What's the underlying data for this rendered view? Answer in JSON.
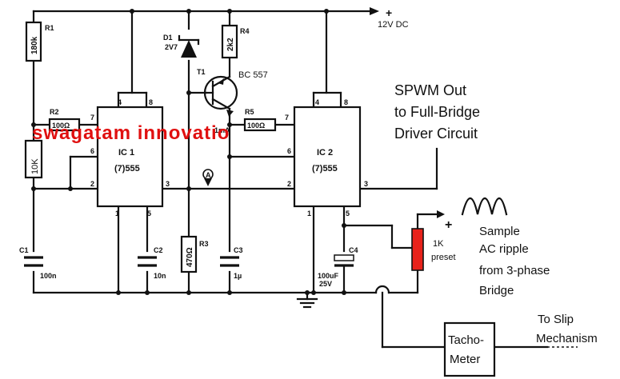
{
  "supply": {
    "plus": "+",
    "voltage": "12V DC"
  },
  "components": {
    "r1": {
      "label": "R1",
      "value": "180k"
    },
    "r2": {
      "label": "R2",
      "value": "100Ω"
    },
    "r10k": {
      "value": "10K"
    },
    "r3": {
      "label": "R3",
      "value": "470Ω"
    },
    "r4": {
      "label": "R4",
      "value": "2k2"
    },
    "r5": {
      "label": "R5",
      "value": "100Ω"
    },
    "d1": {
      "label": "D1",
      "value": "2V7"
    },
    "t1": {
      "label": "T1",
      "model": "BC 557",
      "current": "1mA"
    },
    "c1": {
      "label": "C1",
      "value": "100n"
    },
    "c2": {
      "label": "C2",
      "value": "10n"
    },
    "c3": {
      "label": "C3",
      "value": "1µ"
    },
    "c4": {
      "label": "C4",
      "value": "100uF",
      "voltage": "25V"
    }
  },
  "ic1": {
    "name": "IC 1",
    "type": "(7)555",
    "pins": {
      "p1": "1",
      "p2": "2",
      "p3": "3",
      "p4": "4",
      "p5": "5",
      "p6": "6",
      "p7": "7",
      "p8": "8"
    }
  },
  "ic2": {
    "name": "IC 2",
    "type": "(7)555",
    "pins": {
      "p1": "1",
      "p2": "2",
      "p3": "3",
      "p4": "4",
      "p5": "5",
      "p6": "6",
      "p7": "7",
      "p8": "8"
    }
  },
  "test_point": "A",
  "preset": {
    "plus": "+",
    "value": "1K",
    "label": "preset"
  },
  "annotations": {
    "spwm_line_1": "SPWM Out",
    "spwm_line_2": "to Full-Bridge",
    "spwm_line_3": "Driver Circuit",
    "ripple_line_1": "Sample",
    "ripple_line_2": "AC ripple",
    "ripple_line_3": "from 3-phase",
    "ripple_line_4": "Bridge",
    "tacho_line_1": "Tacho-",
    "tacho_line_2": "Meter",
    "slip_line_1": "To Slip",
    "slip_line_2": "Mechanism"
  },
  "watermark": "swagatam innovatio",
  "colors": {
    "preset_fill": "#e8221b",
    "watermark": "#e01010",
    "wire": "#111111"
  }
}
